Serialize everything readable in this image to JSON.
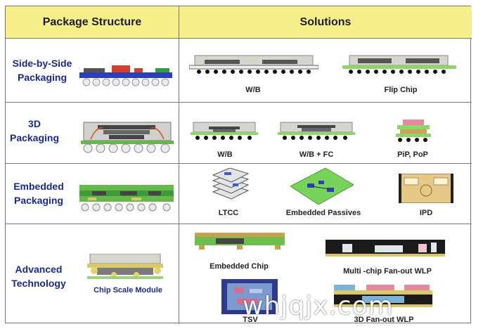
{
  "header": {
    "left": "Package Structure",
    "right": "Solutions"
  },
  "rows": [
    {
      "label_lines": [
        "Side-by-Side",
        "Packaging"
      ],
      "captions": [
        "W/B",
        "Flip Chip"
      ]
    },
    {
      "label_lines": [
        "3D",
        "Packaging"
      ],
      "captions": [
        "W/B",
        "W/B + FC",
        "PiP, PoP"
      ]
    },
    {
      "label_lines": [
        "Embedded",
        "Packaging"
      ],
      "captions": [
        "LTCC",
        "Embedded Passives",
        "IPD"
      ]
    },
    {
      "label_lines": [
        "Advanced",
        "Technology"
      ],
      "left_caption": "Chip Scale Module",
      "captions": [
        "Embedded Chip",
        "Multi -chip Fan-out WLP",
        "TSV",
        "3D Fan-out WLP"
      ]
    }
  ],
  "watermark": "whjqjx.com",
  "colors": {
    "header_bg": "#f7ef8a",
    "label_text": "#1a2a8a",
    "grid_line": "#777777"
  }
}
